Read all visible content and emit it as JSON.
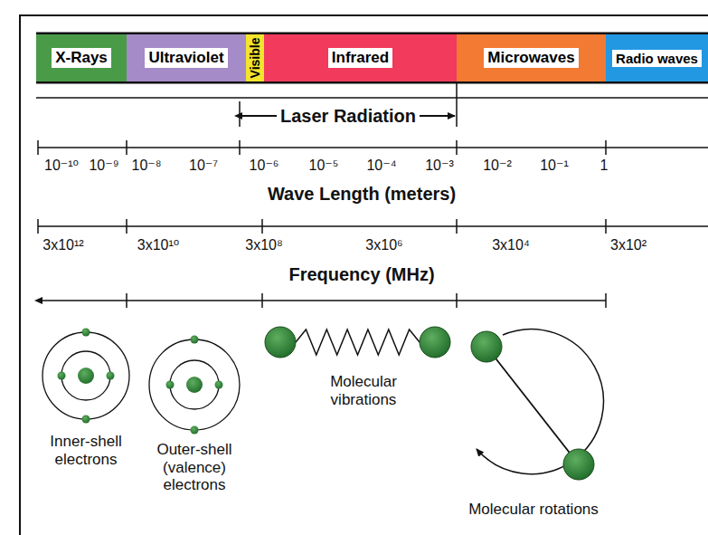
{
  "diagram": {
    "nodes": [
      {
        "text": [
          "X-Rays"
        ]
      },
      {
        "text": [
          "Ultraviolet"
        ]
      },
      {
        "text": [
          "Visible"
        ]
      },
      {
        "text": [
          "Infrared"
        ]
      },
      {
        "text": [
          "Microwaves"
        ]
      },
      {
        "text": [
          "Radio waves"
        ]
      }
    ],
    "labels": [
      "Laser Radiation",
      "10⁻¹⁰",
      "10⁻⁹",
      "10⁻⁸",
      "10⁻⁷",
      "10⁻⁶",
      "10⁻⁵",
      "10⁻⁴",
      "10⁻³",
      "10⁻²",
      "10⁻¹",
      "1",
      "Wave Length (meters)",
      "3x10¹²",
      "3x10¹⁰",
      "3x10⁸",
      "3x10⁶",
      "3x10⁴",
      "3x10²",
      "Frequency (MHz)",
      "Inner-shell electrons",
      "Outer-shell (valence) electrons",
      "Molecular vibrations",
      "Molecular rotations"
    ]
  }
}
